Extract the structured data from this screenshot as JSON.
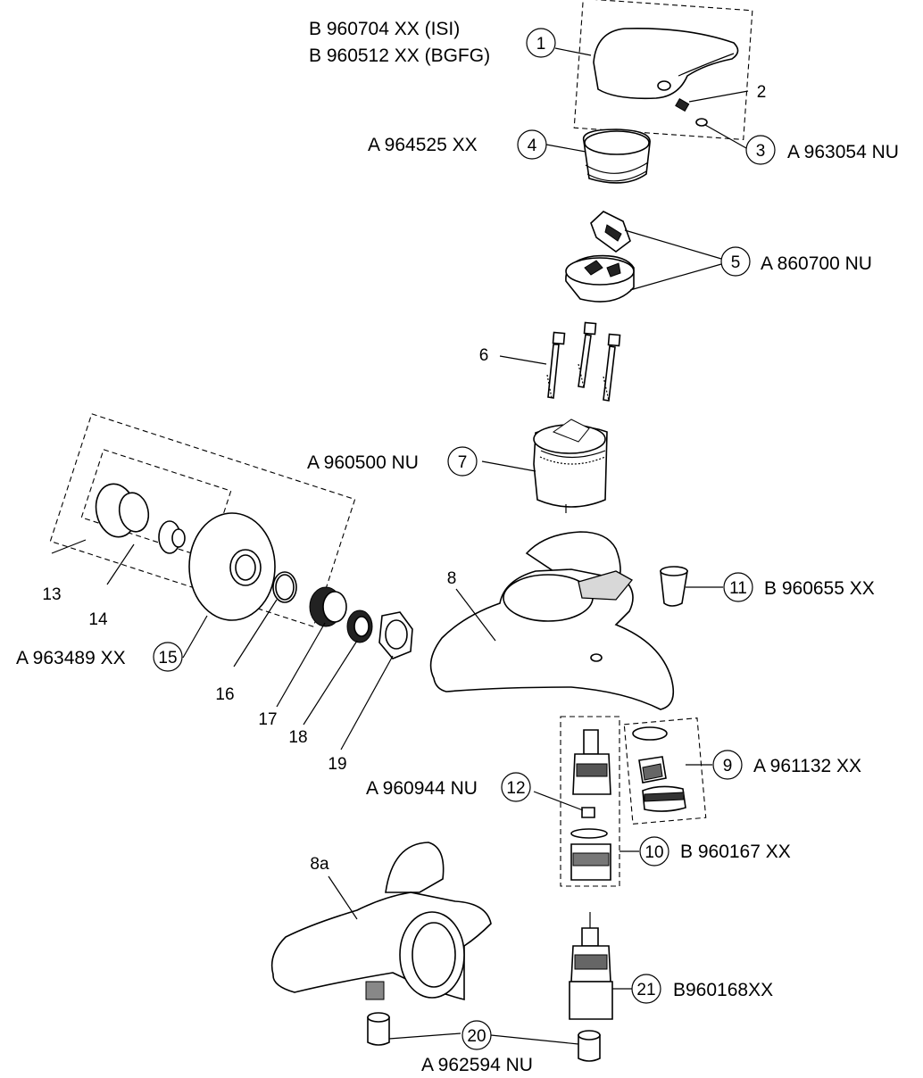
{
  "labels": {
    "p1_line1": "B 960704 XX (ISI)",
    "p1_line2": "B 960512 XX (BGFG)",
    "p3": "A 963054 NU",
    "p4": "A 964525 XX",
    "p5": "A 860700 NU",
    "p7": "A 960500 NU",
    "p9": "A 961132 XX",
    "p10": "B 960167 XX",
    "p11": "B 960655 XX",
    "p12": "A 960944 NU",
    "p15": "A 963489 XX",
    "p20": "A 962594 NU",
    "p21": "B960168XX"
  },
  "numbers": {
    "n1": "1",
    "n2": "2",
    "n3": "3",
    "n4": "4",
    "n5": "5",
    "n6": "6",
    "n7": "7",
    "n8": "8",
    "n8a": "8a",
    "n9": "9",
    "n10": "10",
    "n11": "11",
    "n12": "12",
    "n13": "13",
    "n14": "14",
    "n15": "15",
    "n16": "16",
    "n17": "17",
    "n18": "18",
    "n19": "19",
    "n20": "20",
    "n21": "21"
  }
}
